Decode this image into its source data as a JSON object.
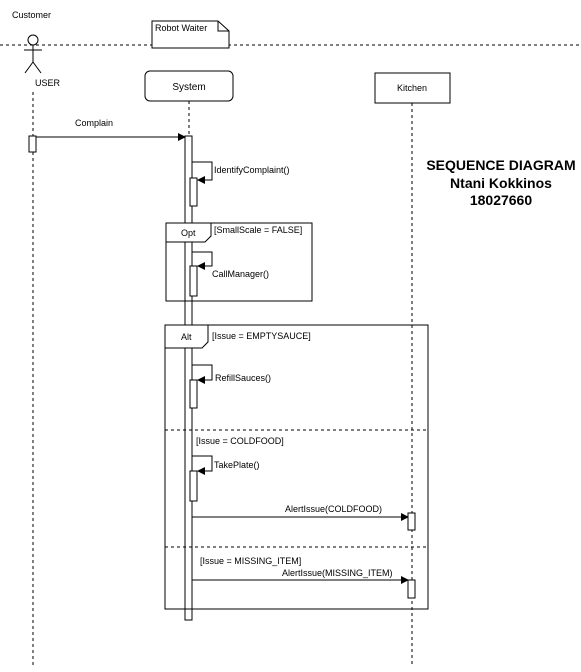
{
  "actor": {
    "title": "Customer",
    "label": "USER"
  },
  "note": {
    "text": "Robot Waiter"
  },
  "lifelines": {
    "system": "System",
    "kitchen": "Kitchen"
  },
  "heading": {
    "line1": "SEQUENCE DIAGRAM",
    "line2": "Ntani Kokkinos",
    "line3": "18027660"
  },
  "messages": {
    "complain": "Complain",
    "identify": "IdentifyComplaint()",
    "call_manager": "CallManager()",
    "refill": "RefillSauces()",
    "take_plate": "TakePlate()",
    "alert_cold": "AlertIssue(COLDFOOD)",
    "alert_missing": "AlertIssue(MISSING_ITEM)"
  },
  "fragments": {
    "opt": {
      "label": "Opt",
      "guard": "[SmallScale = FALSE]"
    },
    "alt": {
      "label": "Alt",
      "guard1": "[Issue = EMPTYSAUCE]",
      "guard2": "[Issue = COLDFOOD]",
      "guard3": "[Issue = MISSING_ITEM]"
    }
  }
}
